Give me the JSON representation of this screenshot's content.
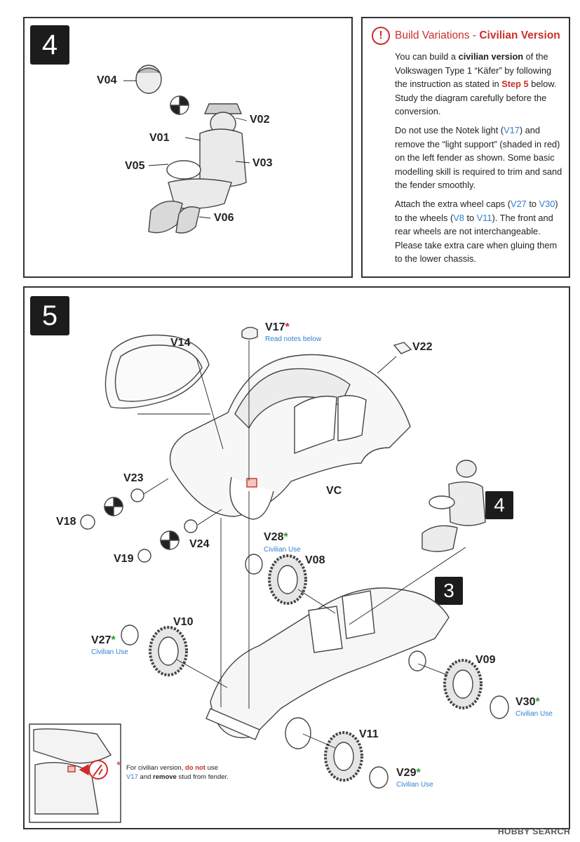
{
  "step4": {
    "number": "4",
    "labels": {
      "v04": "V04",
      "v02": "V02",
      "v01": "V01",
      "v03": "V03",
      "v05": "V05",
      "v06": "V06"
    }
  },
  "info": {
    "icon": "!",
    "title_prefix": "Build Variations - ",
    "title_bold": "Civilian Version",
    "p1": {
      "a": "You can build a ",
      "b": "civilian version",
      "c": " of the Volkswagen Type 1 “Käfer” by following the instruction as stated in ",
      "d": "Step 5",
      "e": " below. Study the diagram carefully before the conversion."
    },
    "p2": {
      "a": "Do not use the Notek light (",
      "b": "V17",
      "c": ") and remove the “light support” (shaded in red) on the left fender as shown.  Some basic modelling skill is required to trim and sand the fender smoothly."
    },
    "p3": {
      "a": "Attach the extra wheel caps (",
      "b": "V27",
      "c": " to ",
      "d": "V30",
      "e": ") to the wheels (",
      "f": "V8",
      "g": " to ",
      "h": "V11",
      "i": ").  The front and rear wheels are not interchangeable. Please take extra care when gluing them to the lower chassis."
    }
  },
  "step5": {
    "number": "5",
    "ref4": "4",
    "ref3": "3",
    "labels": {
      "v17": "V17",
      "v17_note": "Read notes below",
      "v14": "V14",
      "v22": "V22",
      "v23": "V23",
      "vc": "VC",
      "v18": "V18",
      "v19": "V19",
      "v24": "V24",
      "v28": "V28",
      "v08": "V08",
      "v27": "V27",
      "v10": "V10",
      "v09": "V09",
      "v30": "V30",
      "v11": "V11",
      "v29": "V29"
    },
    "civilian_use": "Civilian Use",
    "star": "*",
    "footnote": {
      "a": "For civilian version, ",
      "b": "do not",
      "c": " use ",
      "d": "V17",
      "e": " and ",
      "f": "remove",
      "g": " stud from fender."
    }
  },
  "watermark": "HOBBY SEARCH",
  "colors": {
    "accent_red": "#c9302c",
    "accent_blue": "#2f7fcf",
    "accent_green": "#2a9a3a"
  }
}
